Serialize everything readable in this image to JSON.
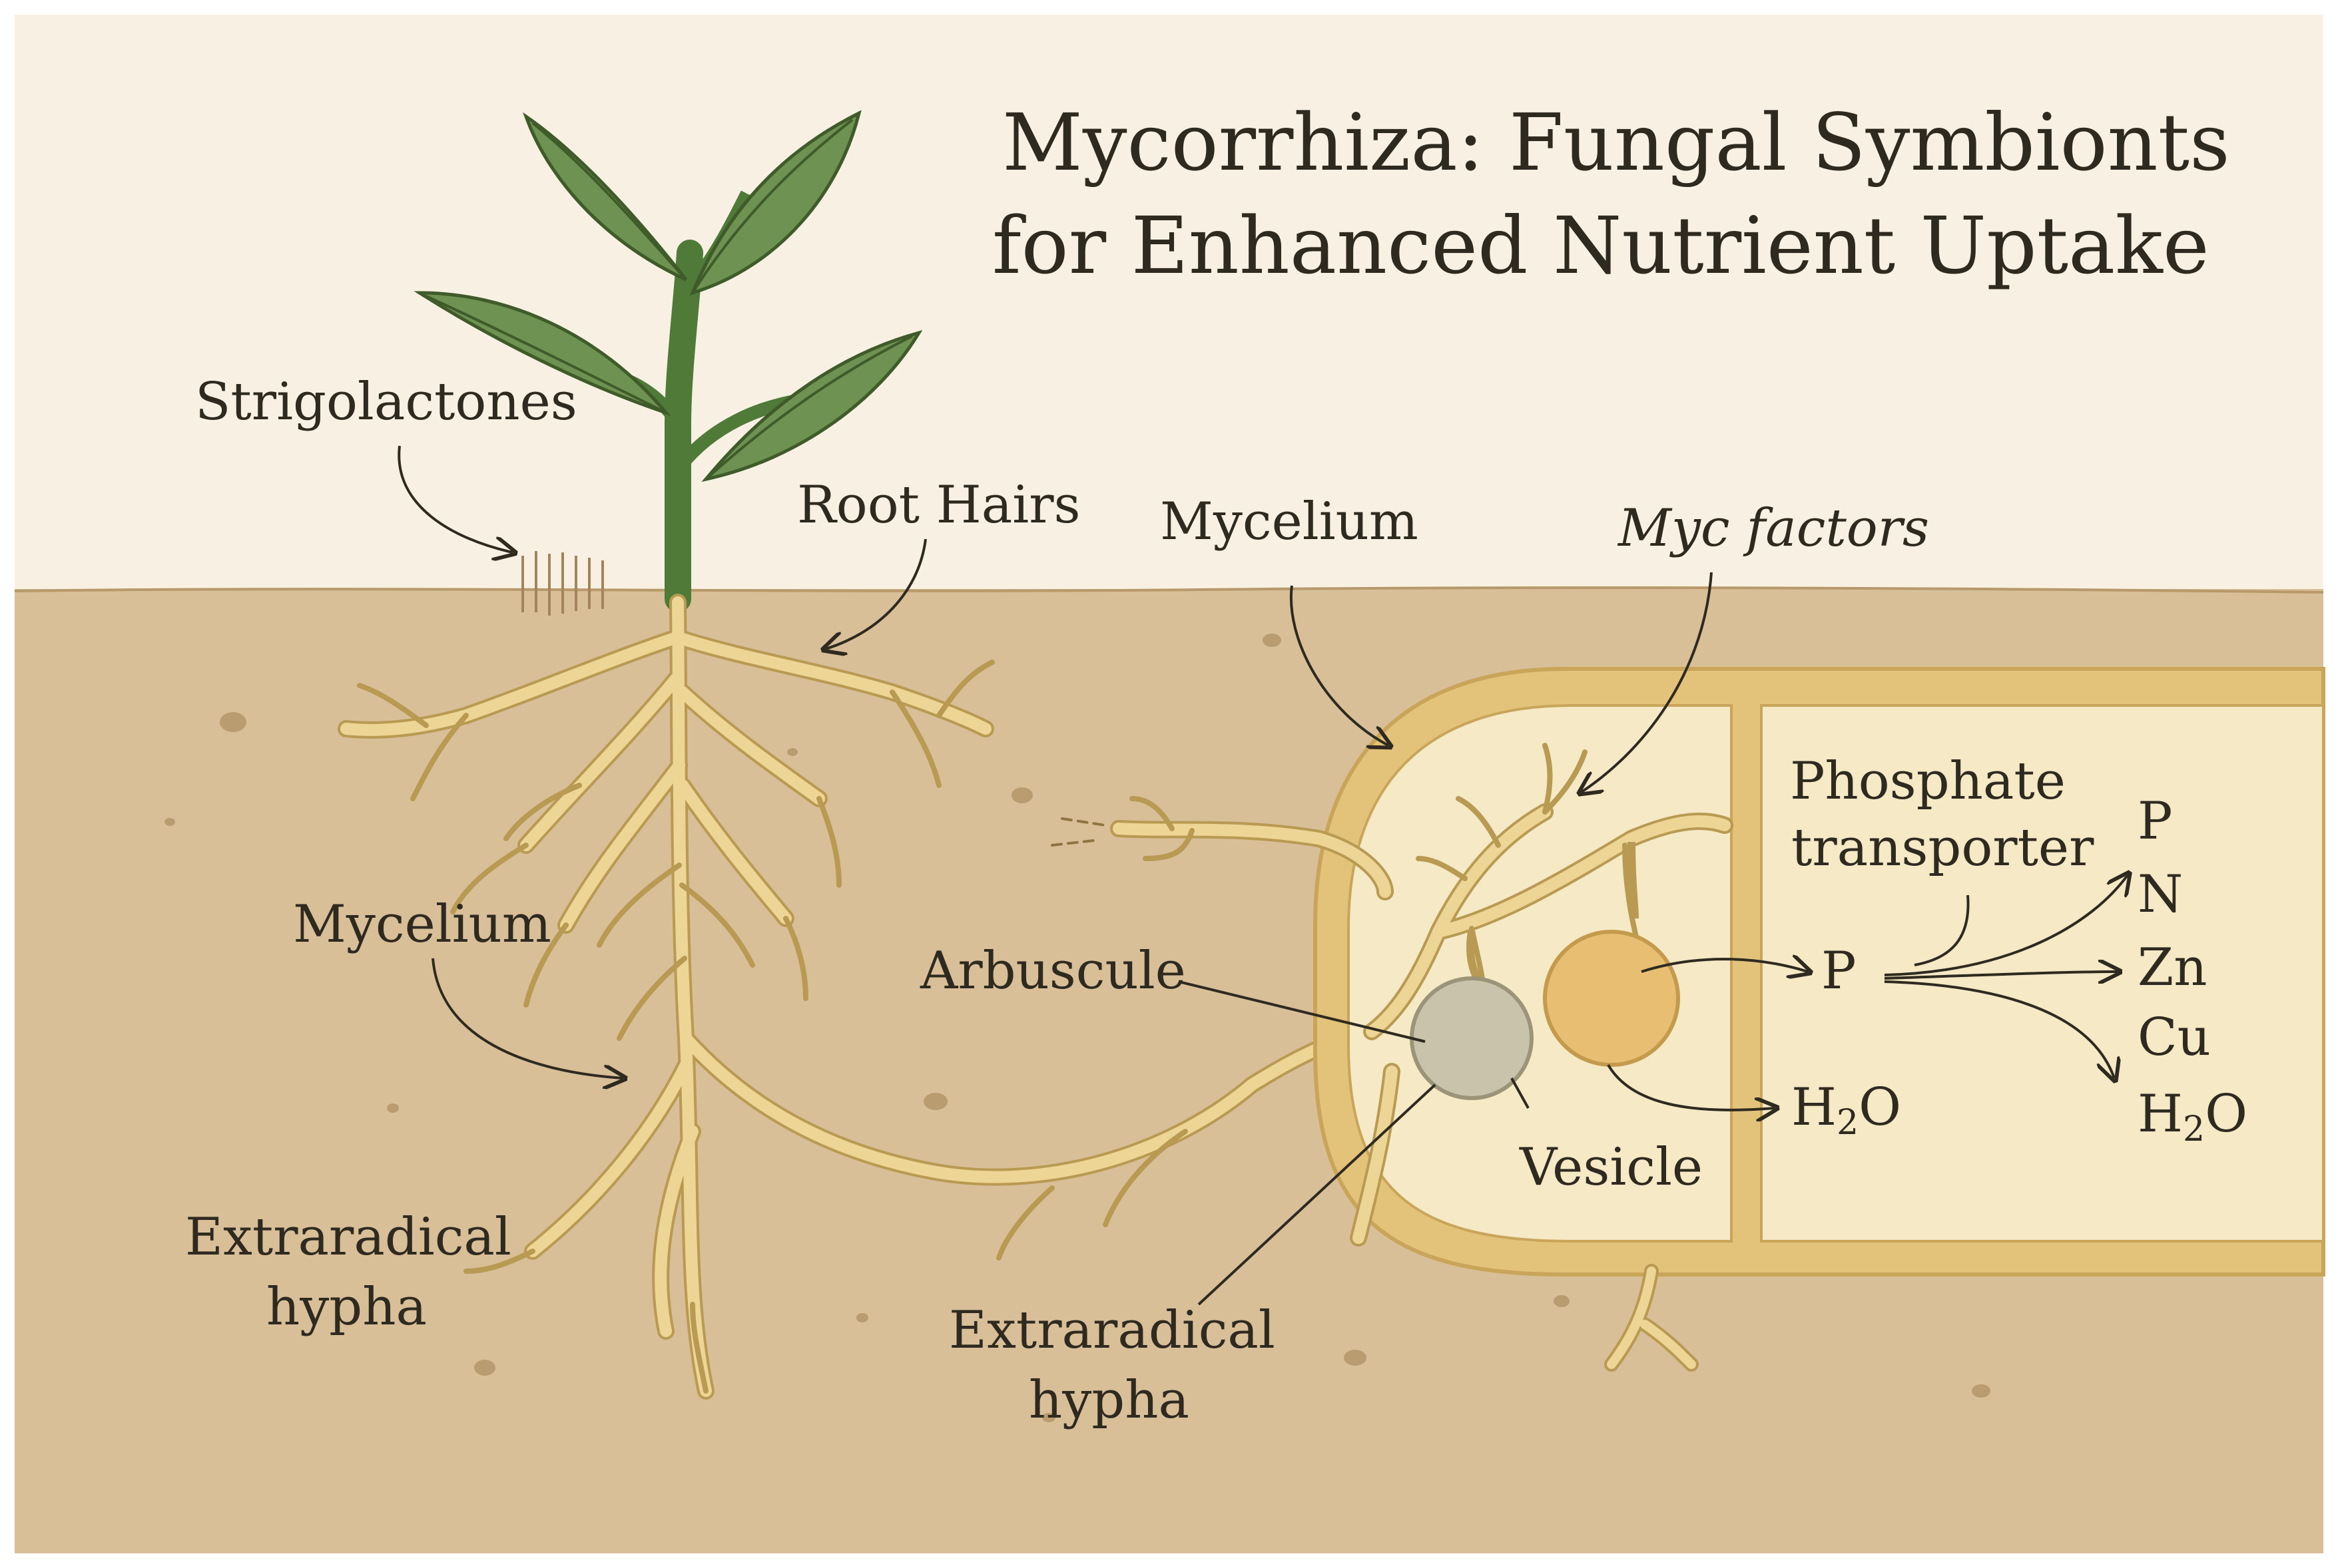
{
  "title": {
    "line1": "Mycorrhiza: Fungal Symbionts",
    "line2": "for Enhanced Nutrient Uptake"
  },
  "labels": {
    "strigolactones": "Strigolactones",
    "root_hairs": "Root Hairs",
    "mycelium_top": "Mycelium",
    "myc_factors": "Myc factors",
    "mycelium_left": "Mycelium",
    "arbuscule": "Arbuscule",
    "vesicle": "Vesicle",
    "extraradical_left_1": "Extraradical",
    "extraradical_left_2": "hypha",
    "extraradical_mid_1": "Extraradical",
    "extraradical_mid_2": "hypha",
    "phosphate_1": "Phosphate",
    "phosphate_2": "transporter",
    "p_center": "P",
    "h2o_center": {
      "base": "H",
      "sub": "2",
      "rest": "O"
    },
    "nutrients": [
      "P",
      "N",
      "Zn",
      "Cu"
    ],
    "nutrient_h2o": {
      "base": "H",
      "sub": "2",
      "rest": "O"
    }
  },
  "colors": {
    "sky": "#f8f1e3",
    "soil": "#d8bf98",
    "root": "#e9d08a",
    "root_outline": "#b89a52",
    "cell_wall": "#e3c37a",
    "cell_fill": "#f5e9c6",
    "leaf": "#6e9251",
    "leaf_dark": "#3f5b2a",
    "vesicle_gray": "#c9c3ac",
    "vesicle_orange": "#e8bf72",
    "ink": "#2f2a20"
  }
}
